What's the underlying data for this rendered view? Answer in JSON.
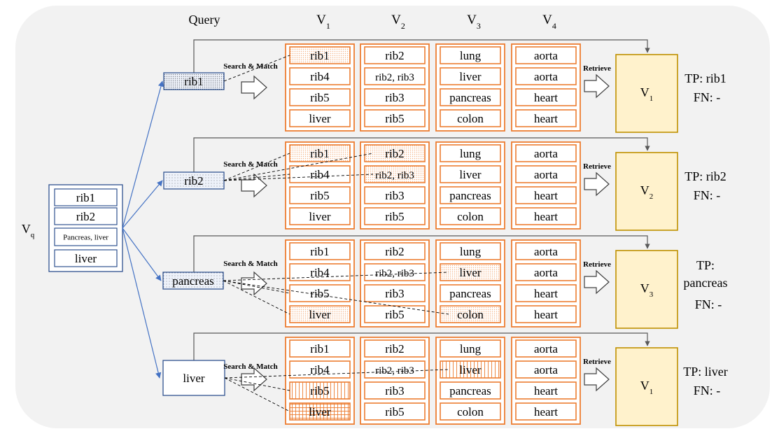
{
  "query_header": "Query",
  "vq_label": {
    "base": "V",
    "sub": "q"
  },
  "column_headers": [
    {
      "base": "V",
      "sub": "1"
    },
    {
      "base": "V",
      "sub": "2"
    },
    {
      "base": "V",
      "sub": "3"
    },
    {
      "base": "V",
      "sub": "4"
    }
  ],
  "vq_items": [
    "rib1",
    "rib2",
    "Pancreas, liver",
    "liver"
  ],
  "action_labels": {
    "search": "Search & Match",
    "retrieve": "Retrieve"
  },
  "volumes": [
    [
      "rib1",
      "rib4",
      "rib5",
      "liver"
    ],
    [
      "rib2",
      "rib2, rib3",
      "rib3",
      "rib5"
    ],
    [
      "lung",
      "liver",
      "pancreas",
      "colon"
    ],
    [
      "aorta",
      "aorta",
      "heart",
      "heart"
    ]
  ],
  "rows": [
    {
      "query": "rib1",
      "result": {
        "base": "V",
        "sub": "1"
      },
      "tp": "TP: rib1",
      "fn": "FN: -",
      "pattern": "dots-dense",
      "highlights": [
        [
          0,
          0
        ]
      ],
      "match_links": [
        [
          0,
          0
        ]
      ]
    },
    {
      "query": "rib2",
      "result": {
        "base": "V",
        "sub": "2"
      },
      "tp": "TP: rib2",
      "fn": "FN: -",
      "pattern": "dots",
      "highlights": [
        [
          0,
          0
        ],
        [
          1,
          0
        ],
        [
          1,
          1
        ]
      ],
      "match_links": [
        [
          0,
          0
        ],
        [
          1,
          0
        ],
        [
          0,
          1
        ],
        [
          1,
          1
        ]
      ]
    },
    {
      "query": "pancreas",
      "result": {
        "base": "V",
        "sub": "3"
      },
      "tp": "TP: pancreas",
      "fn": "FN: -",
      "pattern": "dots",
      "highlights": [
        [
          2,
          1
        ],
        [
          0,
          3
        ],
        [
          2,
          3
        ]
      ],
      "match_links": [
        [
          2,
          1
        ],
        [
          0,
          3
        ],
        [
          2,
          3
        ],
        [
          0,
          2
        ]
      ]
    },
    {
      "query": "liver",
      "result": {
        "base": "V",
        "sub": "1"
      },
      "tp": "TP: liver",
      "fn": "FN: -",
      "pattern": "grid",
      "highlights": [
        [
          2,
          1
        ],
        [
          0,
          2
        ],
        [
          0,
          3
        ]
      ],
      "match_links": [
        [
          2,
          1
        ],
        [
          0,
          2
        ],
        [
          0,
          3
        ]
      ]
    }
  ],
  "colors": {
    "panel_bg": "#f2f2f2",
    "orange": "#ed7d31",
    "blue": "#2f528f",
    "arrow_blue": "#4472c4",
    "query_fill": "#dae3f3",
    "result_fill": "#fff2cc",
    "result_border": "#bf9000",
    "hatch": "#f4b183"
  }
}
